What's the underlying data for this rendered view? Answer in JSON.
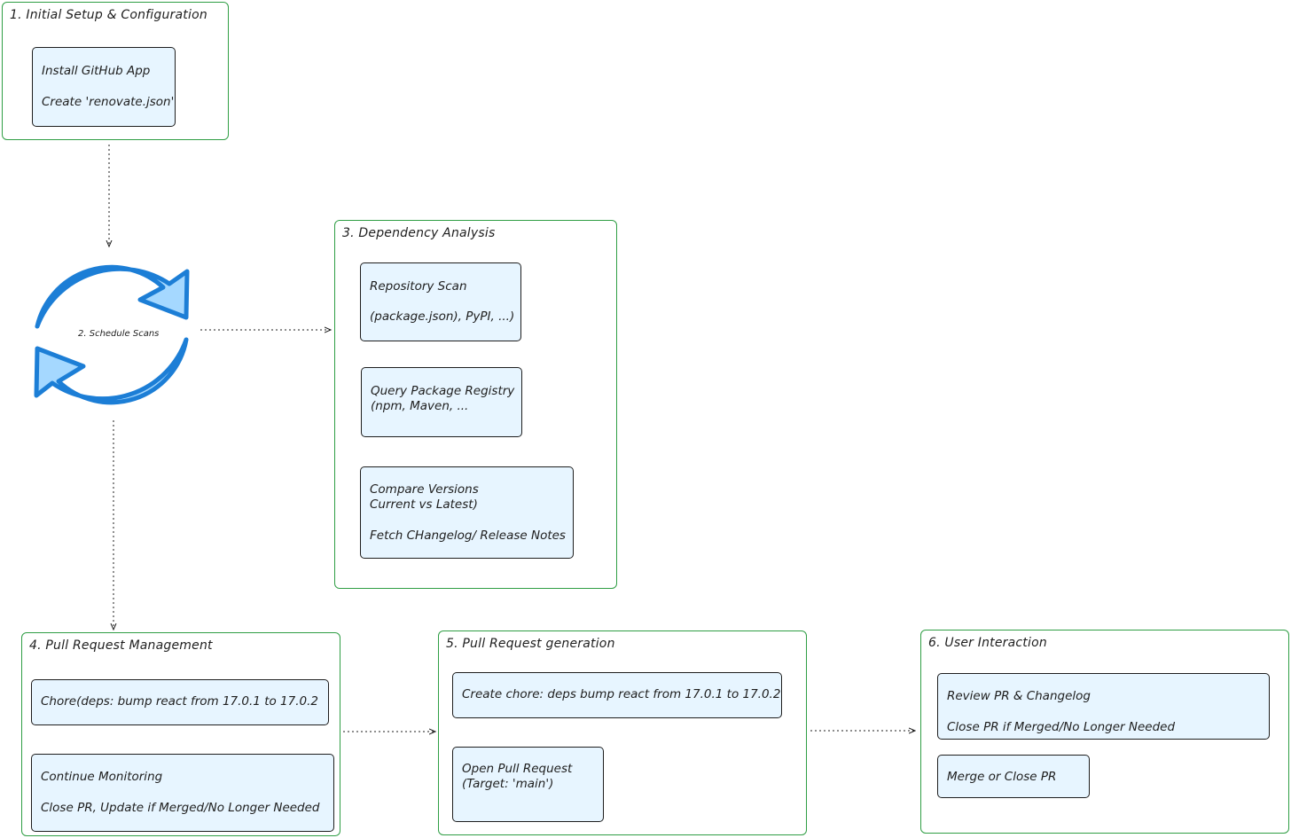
{
  "groups": {
    "setup": {
      "title": "1. Initial Setup & Configuration",
      "card": {
        "line1": "Install GitHub App",
        "line2": "Create 'renovate.json'"
      }
    },
    "schedule": {
      "label": "2. Schedule Scans"
    },
    "analysis": {
      "title": "3. Dependency Analysis",
      "cards": [
        {
          "line1": "Repository Scan",
          "line2": "(package.json), PyPI, ...)"
        },
        {
          "line1": "Query Package Registry",
          "line2": "(npm, Maven, ..."
        },
        {
          "line1": "Compare Versions",
          "line2": "Current vs Latest)",
          "line3": "Fetch CHangelog/ Release Notes"
        }
      ]
    },
    "pr_management": {
      "title": "4. Pull Request Management",
      "cards": [
        {
          "line1": "Chore(deps: bump react from 17.0.1 to 17.0.2"
        },
        {
          "line1": "Continue Monitoring",
          "line2": "Close PR, Update if Merged/No Longer Needed"
        }
      ]
    },
    "pr_generation": {
      "title": "5. Pull Request generation",
      "cards": [
        {
          "line1": "Create chore: deps bump react from 17.0.1 to 17.0.2"
        },
        {
          "line1": "Open Pull Request",
          "line2": "(Target: 'main')"
        }
      ]
    },
    "user_interaction": {
      "title": "6. User Interaction",
      "cards": [
        {
          "line1": "Review PR & Changelog",
          "line2": "Close PR if Merged/No Longer Needed"
        },
        {
          "line1": "Merge or Close PR"
        }
      ]
    }
  },
  "icons": {
    "schedule": "refresh-cycle-icon"
  },
  "colors": {
    "group_border": "#2f9e44",
    "card_fill": "#e7f5ff",
    "icon_fill": "#a5d8ff",
    "icon_stroke": "#1c7ed6",
    "arrow": "#1e1e1e"
  }
}
